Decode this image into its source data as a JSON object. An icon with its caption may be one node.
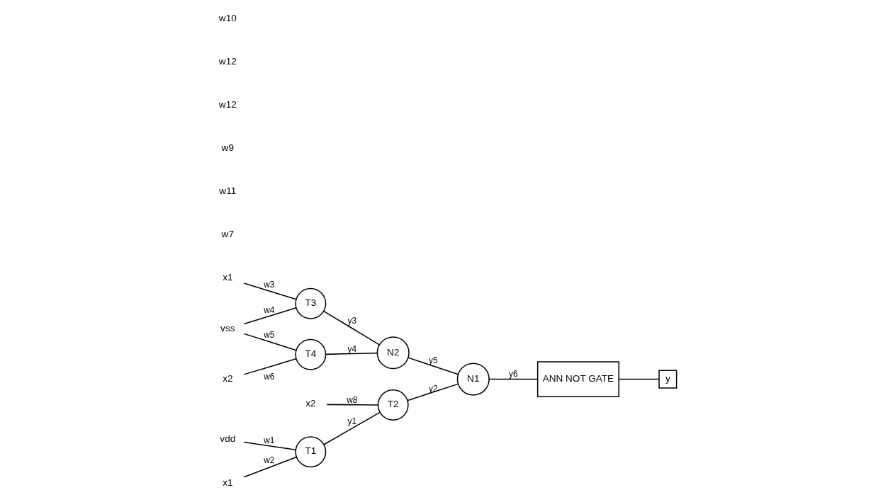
{
  "diagram": {
    "nodes": [
      {
        "text": [
          "vdd"
        ]
      },
      {
        "text": [
          "x1"
        ]
      },
      {
        "text": [
          "T1"
        ]
      },
      {
        "text": [
          "x2"
        ]
      },
      {
        "text": [
          "T2"
        ]
      },
      {
        "text": [
          "x1"
        ]
      },
      {
        "text": [
          "vss"
        ]
      },
      {
        "text": [
          "x2"
        ]
      },
      {
        "text": [
          "T3"
        ]
      },
      {
        "text": [
          "T4"
        ]
      },
      {
        "text": [
          "N2"
        ]
      },
      {
        "text": [
          "N1"
        ]
      },
      {
        "text": [
          "ANN NOT GATE"
        ]
      },
      {
        "text": [
          "y"
        ]
      }
    ],
    "edges": [
      {
        "from": 0,
        "to": 2,
        "arrow": "none",
        "label": "w1"
      },
      {
        "from": 1,
        "to": 2,
        "arrow": "none",
        "label": "w2"
      },
      {
        "from": 2,
        "to": 4,
        "arrow": "none",
        "label": "y1"
      },
      {
        "from": 3,
        "to": 4,
        "arrow": "none",
        "label": "w8"
      },
      {
        "from": 5,
        "to": 8,
        "arrow": "none",
        "label": "w3"
      },
      {
        "from": 6,
        "to": 8,
        "arrow": "none",
        "label": "w4"
      },
      {
        "from": 6,
        "to": 9,
        "arrow": "none",
        "label": "w5"
      },
      {
        "from": 7,
        "to": 9,
        "arrow": "none",
        "label": "w6"
      },
      {
        "from": 8,
        "to": 10,
        "arrow": "none",
        "label": "y3"
      },
      {
        "from": 9,
        "to": 10,
        "arrow": "none",
        "label": "y4"
      },
      {
        "from": 4,
        "to": 11,
        "arrow": "none",
        "label": "y2"
      },
      {
        "from": 10,
        "to": 11,
        "arrow": "none",
        "label": "y5"
      },
      {
        "from": 11,
        "to": 12,
        "arrow": "none",
        "label": "y6"
      },
      {
        "from": 12,
        "to": 13,
        "arrow": "none"
      }
    ],
    "labels": [
      "w7",
      "w11",
      "w9",
      "w12",
      "w12",
      "w10"
    ]
  }
}
